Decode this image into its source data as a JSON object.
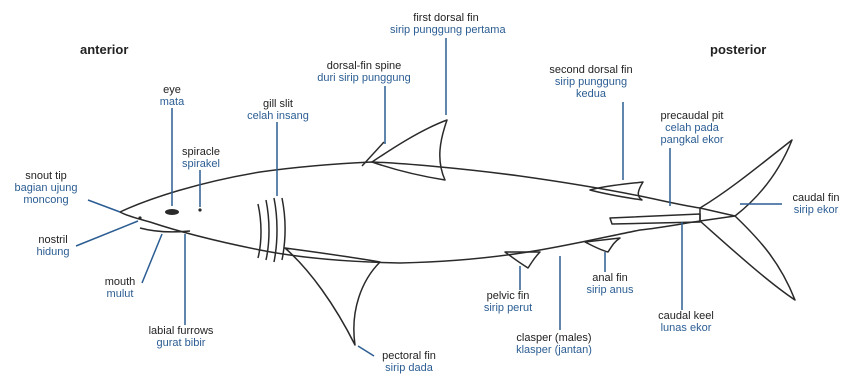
{
  "orientation": {
    "anterior": "anterior",
    "posterior": "posterior"
  },
  "labels": {
    "first_dorsal_fin": {
      "en": "first dorsal fin",
      "id": "sirip punggung pertama"
    },
    "dorsal_fin_spine": {
      "en": "dorsal-fin spine",
      "id": "duri sirip punggung"
    },
    "second_dorsal_fin": {
      "en": "second dorsal fin",
      "id": "sirip punggung",
      "id2": "kedua"
    },
    "eye": {
      "en": "eye",
      "id": "mata"
    },
    "gill_slit": {
      "en": "gill slit",
      "id": "celah insang"
    },
    "spiracle": {
      "en": "spiracle",
      "id": "spirakel"
    },
    "precaudal_pit": {
      "en": "precaudal pit",
      "id": "celah pada",
      "id2": "pangkal ekor"
    },
    "snout_tip": {
      "en": "snout tip",
      "id": "bagian ujung",
      "id2": "moncong"
    },
    "caudal_fin": {
      "en": "caudal fin",
      "id": "sirip ekor"
    },
    "nostril": {
      "en": "nostril",
      "id": "hidung"
    },
    "mouth": {
      "en": "mouth",
      "id": "mulut"
    },
    "pelvic_fin": {
      "en": "pelvic fin",
      "id": "sirip perut"
    },
    "anal_fin": {
      "en": "anal fin",
      "id": "sirip anus"
    },
    "caudal_keel": {
      "en": "caudal keel",
      "id": "lunas ekor"
    },
    "labial_furrows": {
      "en": "labial furrows",
      "id": "gurat bibir"
    },
    "clasper": {
      "en": "clasper (males)",
      "id": "klasper (jantan)"
    },
    "pectoral_fin": {
      "en": "pectoral fin",
      "id": "sirip dada"
    }
  },
  "colors": {
    "english_text": "#222222",
    "indonesian_text": "#2b5d93",
    "outline": "#2a2a2a",
    "leader_line": "#2b5d93"
  }
}
